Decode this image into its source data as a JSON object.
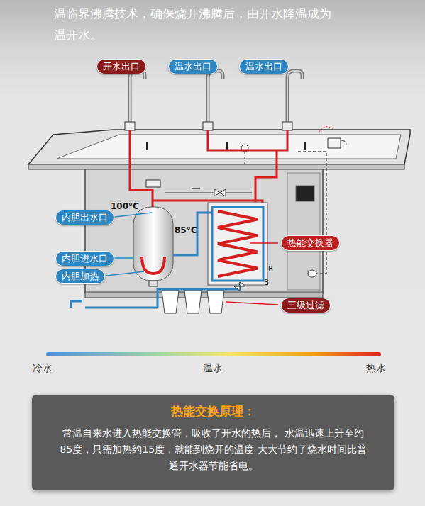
{
  "diagram": {
    "title": "温临界沸腾技术，确保烧开沸腾后，由开水降温成为 温开水。",
    "nodes": [
      {
        "text": [
          "开水出口"
        ]
      },
      {
        "text": [
          "温水出口"
        ]
      },
      {
        "text": [
          "温水出口"
        ]
      },
      {
        "text": [
          "内胆出水口"
        ]
      },
      {
        "text": [
          "内胆进水口"
        ]
      },
      {
        "text": [
          "内胆加热"
        ]
      },
      {
        "text": [
          "热能交换器"
        ]
      },
      {
        "text": [
          "三级过滤"
        ]
      },
      {
        "text": [
          "热能交换原理：",
          "常温自来水进入热能交换管，吸收了开水的热后， 水温迅速上升至约85度，只需加热约15度，就能到烧开的温度 大大节约了烧水时间比普通开水器节能省电。"
        ]
      }
    ],
    "labels": [
      "100°C",
      "85°C",
      "B",
      "B",
      "冷水",
      "温水",
      "热水"
    ]
  }
}
